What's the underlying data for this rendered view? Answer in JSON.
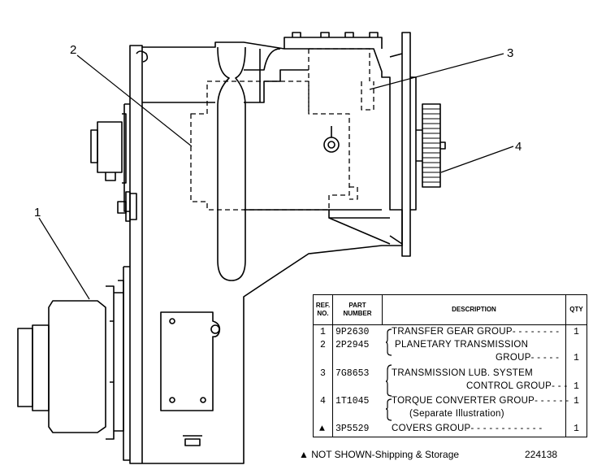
{
  "callouts": [
    "1",
    "2",
    "3",
    "4"
  ],
  "table": {
    "headers": {
      "ref": [
        "REF.",
        "NO."
      ],
      "part": [
        "PART",
        "NUMBER"
      ],
      "description": "DESCRIPTION",
      "qty": "QTY"
    },
    "rows": [
      {
        "ref": "1",
        "part": "9P2630",
        "desc": "TRANSFER GEAR GROUP",
        "desc2": "",
        "qty": "1"
      },
      {
        "ref": "2",
        "part": "2P2945",
        "desc": "PLANETARY TRANSMISSION",
        "desc2": "GROUP",
        "qty": "1"
      },
      {
        "ref": "3",
        "part": "7G8653",
        "desc": "TRANSMISSION LUB. SYSTEM",
        "desc2": "CONTROL GROUP",
        "qty": "1"
      },
      {
        "ref": "4",
        "part": "1T1045",
        "desc": "TORQUE CONVERTER GROUP",
        "desc2": "(Separate Illustration)",
        "qty": "1"
      },
      {
        "ref": "▲",
        "part": "3P5529",
        "desc": "COVERS GROUP",
        "desc2": "",
        "qty": "1"
      }
    ]
  },
  "footnote": "▲ NOT SHOWN-Shipping & Storage",
  "illustration_number": "224138"
}
